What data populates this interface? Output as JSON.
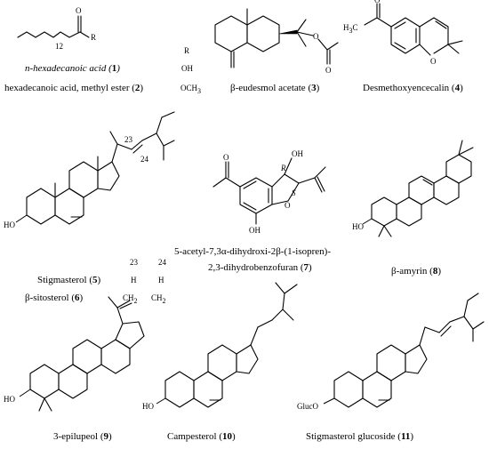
{
  "compounds": [
    {
      "name": "n-hexadecanoic acid",
      "number": "1"
    },
    {
      "name": "hexadecanoic acid, methyl ester",
      "number": "2"
    },
    {
      "name": "β-eudesmol acetate",
      "number": "3"
    },
    {
      "name": "Desmethoxyencecalin",
      "number": "4"
    },
    {
      "name": "Stigmasterol",
      "number": "5"
    },
    {
      "name": "β-sitosterol",
      "number": "6"
    },
    {
      "name": "5-acetyl-7,3α-dihydroxi-2β-(1-isopren)-",
      "name2": "2,3-dihydrobenzofuran",
      "number": "7"
    },
    {
      "name": "β-amyrin",
      "number": "8"
    },
    {
      "name": "3-epilupeol",
      "number": "9"
    },
    {
      "name": "Campesterol",
      "number": "10"
    },
    {
      "name": "Stigmasterol glucoside",
      "number": "11"
    }
  ],
  "r_table": {
    "header": "R",
    "row1": "OH",
    "row2": "OCH",
    "row2_sub": "3"
  },
  "c23_24_table": {
    "h23": "23",
    "h24": "24",
    "r5_a": "H",
    "r5_b": "H",
    "r6_a": "CH",
    "r6_a_sub": "2",
    "r6_b": "CH",
    "r6_b_sub": "2"
  },
  "atom_labels": {
    "O": "O",
    "R": "R",
    "n12": "12",
    "H3C": "H",
    "H3C_sub": "3",
    "H3C_C": "C",
    "HO": "HO",
    "OH": "OH",
    "Gluc": "GlucO",
    "S": "S",
    "Rs": "R",
    "n23": "23",
    "n24": "24"
  }
}
